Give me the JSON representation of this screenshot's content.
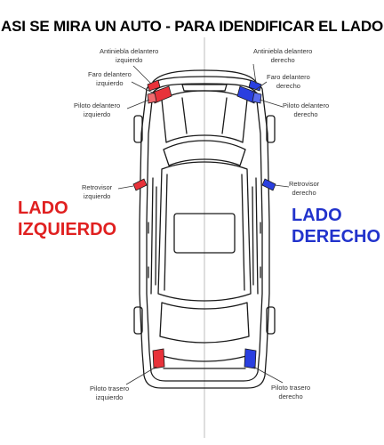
{
  "title": "ASI SE MIRA UN AUTO - PARA IDENDIFICAR EL LADO",
  "colors": {
    "left_accent": "#e02020",
    "right_accent": "#2233cc",
    "left_part": "#e8323a",
    "right_part": "#2a3fe0",
    "outline": "#1a1a1a"
  },
  "sides": {
    "left": {
      "line1": "LADO",
      "line2": "IZQUIERDO"
    },
    "right": {
      "line1": "LADO",
      "line2": "DERECHO"
    }
  },
  "labels": {
    "antiniebla_izq": {
      "line1": "Antiniebla delantero",
      "line2": "izquierdo"
    },
    "antiniebla_der": {
      "line1": "Antiniebla delantero",
      "line2": "derecho"
    },
    "faro_izq": {
      "line1": "Faro delantero",
      "line2": "izquierdo"
    },
    "faro_der": {
      "line1": "Faro delantero",
      "line2": "derecho"
    },
    "piloto_del_izq": {
      "line1": "Piloto delantero",
      "line2": "izquierdo"
    },
    "piloto_del_der": {
      "line1": "Piloto delantero",
      "line2": "derecho"
    },
    "retrovisor_izq": {
      "line1": "Retrovisor",
      "line2": "izquierdo"
    },
    "retrovisor_der": {
      "line1": "Retrovisor",
      "line2": "derecho"
    },
    "piloto_tra_izq": {
      "line1": "Piloto trasero",
      "line2": "izquierdo"
    },
    "piloto_tra_der": {
      "line1": "Piloto trasero",
      "line2": "derecho"
    }
  }
}
